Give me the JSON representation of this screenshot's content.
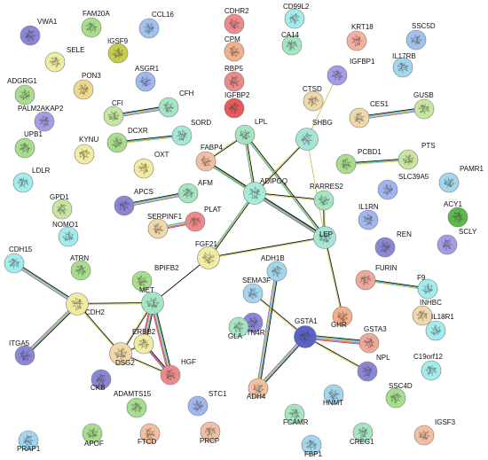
{
  "nodes": [
    {
      "id": "VWA1",
      "label": "VWA1",
      "color": "#8a86d6"
    },
    {
      "id": "FAM20A",
      "label": "FAM20A",
      "color": "#a8dd8c"
    },
    {
      "id": "CCL16",
      "label": "CCL16",
      "color": "#9fc3ee"
    },
    {
      "id": "CDHR2",
      "label": "CDHR2",
      "color": "#ef8a8a"
    },
    {
      "id": "CD99L2",
      "label": "CD99L2",
      "color": "#a3ecec"
    },
    {
      "id": "SELE",
      "label": "SELE",
      "color": "#f0eca0"
    },
    {
      "id": "IGSF9",
      "label": "IGSF9",
      "color": "#c8cc4a"
    },
    {
      "id": "CPM",
      "label": "CPM",
      "color": "#f2b08a"
    },
    {
      "id": "CA14",
      "label": "CA14",
      "color": "#a5e6c2"
    },
    {
      "id": "KRT18",
      "label": "KRT18",
      "color": "#f6b0a0"
    },
    {
      "id": "SSC5D",
      "label": "SSC5D",
      "color": "#9fc3ee"
    },
    {
      "id": "RBP5",
      "label": "RBP5",
      "color": "#ec8a8a"
    },
    {
      "id": "IL17RB",
      "label": "IL17RB",
      "color": "#a3d6ec"
    },
    {
      "id": "PON3",
      "label": "PON3",
      "color": "#f0d88a"
    },
    {
      "id": "ASGR1",
      "label": "ASGR1",
      "color": "#9fb6ee"
    },
    {
      "id": "IGFBP2",
      "label": "IGFBP2",
      "color": "#e85a5a"
    },
    {
      "id": "IGFBP1",
      "label": "IGFBP1",
      "color": "#a39ce6"
    },
    {
      "id": "ADGRG1",
      "label": "ADGRG1",
      "color": "#a8dd8c"
    },
    {
      "id": "CFH",
      "label": "CFH",
      "color": "#a5e6c2"
    },
    {
      "id": "CTSD",
      "label": "CTSD",
      "color": "#f0d8a8"
    },
    {
      "id": "PALM2AKAP2",
      "label": "PALM2AKAP2",
      "color": "#a39ce6"
    },
    {
      "id": "CFI",
      "label": "CFI",
      "color": "#c8e6a0"
    },
    {
      "id": "CES1",
      "label": "CES1",
      "color": "#f0d8a8"
    },
    {
      "id": "GUSB",
      "label": "GUSB",
      "color": "#c8e6a0"
    },
    {
      "id": "SORD",
      "label": "SORD",
      "color": "#a5e6d6"
    },
    {
      "id": "LPL",
      "label": "LPL",
      "color": "#a5e6c2"
    },
    {
      "id": "SHBG",
      "label": "SHBG",
      "color": "#a5e6d6"
    },
    {
      "id": "UPB1",
      "label": "UPB1",
      "color": "#a8dd8c"
    },
    {
      "id": "DCXR",
      "label": "DCXR",
      "color": "#a8dd8c"
    },
    {
      "id": "FABP4",
      "label": "FABP4",
      "color": "#f2c0a0"
    },
    {
      "id": "KYNU",
      "label": "KYNU",
      "color": "#f0eca0"
    },
    {
      "id": "OXT",
      "label": "OXT",
      "color": "#f0eca0"
    },
    {
      "id": "PTS",
      "label": "PTS",
      "color": "#c8e6a0"
    },
    {
      "id": "PCBD1",
      "label": "PCBD1",
      "color": "#a8dd8c"
    },
    {
      "id": "LDLR",
      "label": "LDLR",
      "color": "#a3ecec"
    },
    {
      "id": "ADIPOQ",
      "label": "ADIPOQ",
      "color": "#a5ecd6"
    },
    {
      "id": "PAMR1",
      "label": "PAMR1",
      "color": "#a3d6ec"
    },
    {
      "id": "GPD1",
      "label": "GPD1",
      "color": "#c8e6a0"
    },
    {
      "id": "AFM",
      "label": "AFM",
      "color": "#a5e6c2"
    },
    {
      "id": "SLC39A5",
      "label": "SLC39A5",
      "color": "#9fb6ee"
    },
    {
      "id": "RARRES2",
      "label": "RARRES2",
      "color": "#a5e6c2"
    },
    {
      "id": "APCS",
      "label": "APCS",
      "color": "#8a86d6"
    },
    {
      "id": "ACY1",
      "label": "ACY1",
      "color": "#5cb84a"
    },
    {
      "id": "NOMO1",
      "label": "NOMO1",
      "color": "#a3ecec"
    },
    {
      "id": "SERPINF1",
      "label": "SERPINF1",
      "color": "#f0d8a8"
    },
    {
      "id": "PLAT",
      "label": "PLAT",
      "color": "#ec8a8a"
    },
    {
      "id": "IL1RN",
      "label": "IL1RN",
      "color": "#9fb6ee"
    },
    {
      "id": "LEP",
      "label": "LEP",
      "color": "#a5e6d6"
    },
    {
      "id": "SCLY",
      "label": "SCLY",
      "color": "#a39ce6"
    },
    {
      "id": "CDH15",
      "label": "CDH15",
      "color": "#a3ecec"
    },
    {
      "id": "REN",
      "label": "REN",
      "color": "#8a86d6"
    },
    {
      "id": "FGF21",
      "label": "FGF21",
      "color": "#f0eca0"
    },
    {
      "id": "ADH1B",
      "label": "ADH1B",
      "color": "#a3d6ec"
    },
    {
      "id": "ATRN",
      "label": "ATRN",
      "color": "#a8dd8c"
    },
    {
      "id": "F9",
      "label": "F9",
      "color": "#a3ecec"
    },
    {
      "id": "BPIFB2",
      "label": "BPIFB2",
      "color": "#a8dd8c"
    },
    {
      "id": "FURIN",
      "label": "FURIN",
      "color": "#f0a89a"
    },
    {
      "id": "CDH2",
      "label": "CDH2",
      "color": "#f0eca0"
    },
    {
      "id": "MET",
      "label": "MET",
      "color": "#a5e6c2"
    },
    {
      "id": "SEMA3F",
      "label": "SEMA3F",
      "color": "#a3d6ec"
    },
    {
      "id": "INHBC",
      "label": "INHBC",
      "color": "#f0d8a8"
    },
    {
      "id": "RTN4R",
      "label": "RTN4R",
      "color": "#8a86d6"
    },
    {
      "id": "GHR",
      "label": "GHR",
      "color": "#f2b08a"
    },
    {
      "id": "GLA",
      "label": "GLA",
      "color": "#a5e6c2"
    },
    {
      "id": "ERBB2",
      "label": "ERBB2",
      "color": "#f0eca0"
    },
    {
      "id": "IL18R1",
      "label": "IL18R1",
      "color": "#a3ecec"
    },
    {
      "id": "ITGA5",
      "label": "ITGA5",
      "color": "#8a86d6"
    },
    {
      "id": "GSTA1",
      "label": "GSTA1",
      "color": "#5a62c8"
    },
    {
      "id": "GSTA3",
      "label": "GSTA3",
      "color": "#f0a89a"
    },
    {
      "id": "DSG2",
      "label": "DSG2",
      "color": "#f0d8a8"
    },
    {
      "id": "HGF",
      "label": "HGF",
      "color": "#ec8a8a"
    },
    {
      "id": "C19orf12",
      "label": "C19orf12",
      "color": "#a3ecec"
    },
    {
      "id": "NPL",
      "label": "NPL",
      "color": "#8a86d6"
    },
    {
      "id": "ADH4",
      "label": "ADH4",
      "color": "#f2c0a0"
    },
    {
      "id": "CKB",
      "label": "CKB",
      "color": "#8a86d6"
    },
    {
      "id": "ADAMTS15",
      "label": "ADAMTS15",
      "color": "#a8dd8c"
    },
    {
      "id": "STC1",
      "label": "STC1",
      "color": "#9fb6ee"
    },
    {
      "id": "HNMT",
      "label": "HNMT",
      "color": "#a3d6ec"
    },
    {
      "id": "SSC4D",
      "label": "SSC4D",
      "color": "#a8dd8c"
    },
    {
      "id": "FCAMR",
      "label": "FCAMR",
      "color": "#a5e6c2"
    },
    {
      "id": "APOF",
      "label": "APOF",
      "color": "#a8dd8c"
    },
    {
      "id": "FTCD",
      "label": "FTCD",
      "color": "#f2c0a0"
    },
    {
      "id": "PRCP",
      "label": "PRCP",
      "color": "#f2c0a0"
    },
    {
      "id": "CREG1",
      "label": "CREG1",
      "color": "#a5e6c2"
    },
    {
      "id": "IGSF3",
      "label": "IGSF3",
      "color": "#f2c0a0"
    },
    {
      "id": "PRAP1",
      "label": "PRAP1",
      "color": "#a3d6ec"
    },
    {
      "id": "FBP1",
      "label": "FBP1",
      "color": "#a3d6ec"
    }
  ],
  "edges": [
    {
      "a": "CFI",
      "b": "CFH",
      "colors": [
        "#111111",
        "#3bb0b0",
        "#c8c84a",
        "#8a5ac8"
      ]
    },
    {
      "a": "DCXR",
      "b": "SORD",
      "colors": [
        "#111111",
        "#3bb0b0",
        "#c8c84a"
      ]
    },
    {
      "a": "CES1",
      "b": "GUSB",
      "colors": [
        "#111111",
        "#3bb0b0",
        "#c8c84a",
        "#8a5ac8"
      ]
    },
    {
      "a": "PCBD1",
      "b": "PTS",
      "colors": [
        "#111111",
        "#3bb0b0",
        "#c8c84a"
      ]
    },
    {
      "a": "APCS",
      "b": "AFM",
      "colors": [
        "#111111",
        "#3bb0b0",
        "#c8c84a",
        "#8a5ac8"
      ]
    },
    {
      "a": "SERPINF1",
      "b": "PLAT",
      "colors": [
        "#3bb0b0",
        "#c8c84a",
        "#8a5ac8",
        "#e83a3a"
      ]
    },
    {
      "a": "LPL",
      "b": "ADIPOQ",
      "colors": [
        "#111111",
        "#c8c84a",
        "#3bb0b0"
      ]
    },
    {
      "a": "LPL",
      "b": "LEP",
      "colors": [
        "#111111",
        "#c8c84a",
        "#3bb0b0"
      ]
    },
    {
      "a": "LPL",
      "b": "FABP4",
      "colors": [
        "#111111",
        "#c8c84a"
      ]
    },
    {
      "a": "FABP4",
      "b": "ADIPOQ",
      "colors": [
        "#111111",
        "#c8c84a",
        "#3bb0b0"
      ]
    },
    {
      "a": "FABP4",
      "b": "LEP",
      "colors": [
        "#111111",
        "#c8c84a",
        "#3bb0b0"
      ]
    },
    {
      "a": "SHBG",
      "b": "ADIPOQ",
      "colors": [
        "#111111",
        "#c8c84a"
      ]
    },
    {
      "a": "SHBG",
      "b": "LEP",
      "colors": [
        "#c8c84a"
      ]
    },
    {
      "a": "IGFBP1",
      "b": "SHBG",
      "colors": [
        "#c8c84a"
      ]
    },
    {
      "a": "ADIPOQ",
      "b": "LEP",
      "colors": [
        "#111111",
        "#3bb0b0",
        "#c8c84a",
        "#8a5ac8"
      ]
    },
    {
      "a": "ADIPOQ",
      "b": "RARRES2",
      "colors": [
        "#111111",
        "#c8c84a"
      ]
    },
    {
      "a": "LEP",
      "b": "RARRES2",
      "colors": [
        "#111111",
        "#c8c84a"
      ]
    },
    {
      "a": "ADIPOQ",
      "b": "FGF21",
      "colors": [
        "#111111",
        "#c8c84a",
        "#3bb0b0"
      ]
    },
    {
      "a": "LEP",
      "b": "FGF21",
      "colors": [
        "#c8c84a",
        "#111111"
      ]
    },
    {
      "a": "LEP",
      "b": "GHR",
      "colors": [
        "#111111",
        "#c8c84a"
      ]
    },
    {
      "a": "FGF21",
      "b": "MET",
      "colors": [
        "#111111"
      ]
    },
    {
      "a": "CDH15",
      "b": "CDH2",
      "colors": [
        "#111111",
        "#3bb0b0",
        "#c8c84a",
        "#8a5ac8"
      ]
    },
    {
      "a": "CDH2",
      "b": "ITGA5",
      "colors": [
        "#111111",
        "#3bb0b0",
        "#c8c84a",
        "#8a5ac8"
      ]
    },
    {
      "a": "CDH2",
      "b": "MET",
      "colors": [
        "#111111",
        "#c8c84a"
      ]
    },
    {
      "a": "CDH2",
      "b": "DSG2",
      "colors": [
        "#111111",
        "#c8c84a"
      ]
    },
    {
      "a": "MET",
      "b": "ERBB2",
      "colors": [
        "#111111",
        "#3bb0b0",
        "#c8c84a",
        "#8a5ac8",
        "#e83a3a"
      ]
    },
    {
      "a": "MET",
      "b": "HGF",
      "colors": [
        "#111111",
        "#3bb0b0",
        "#c8c84a",
        "#8a5ac8",
        "#e83a3a"
      ]
    },
    {
      "a": "MET",
      "b": "DSG2",
      "colors": [
        "#111111",
        "#c8c84a"
      ]
    },
    {
      "a": "ERBB2",
      "b": "HGF",
      "colors": [
        "#111111",
        "#8a5ac8",
        "#e83a3a"
      ]
    },
    {
      "a": "DSG2",
      "b": "HGF",
      "colors": [
        "#111111",
        "#c8c84a"
      ]
    },
    {
      "a": "ERBB2",
      "b": "DSG2",
      "colors": [
        "#111111",
        "#c8c84a"
      ]
    },
    {
      "a": "SEMA3F",
      "b": "GSTA1",
      "colors": [
        "#111111",
        "#c8c84a"
      ]
    },
    {
      "a": "ADH1B",
      "b": "ADH4",
      "colors": [
        "#111111",
        "#3bb0b0",
        "#c8c84a",
        "#8a5ac8"
      ]
    },
    {
      "a": "GSTA1",
      "b": "GSTA3",
      "colors": [
        "#111111",
        "#3bb0b0",
        "#c8c84a",
        "#8a5ac8",
        "#e83a3a"
      ]
    },
    {
      "a": "GSTA1",
      "b": "ADH4",
      "colors": [
        "#111111",
        "#3bb0b0",
        "#c8c84a",
        "#8a5ac8"
      ]
    },
    {
      "a": "GSTA1",
      "b": "NPL",
      "colors": [
        "#111111",
        "#c8c84a"
      ]
    },
    {
      "a": "FURIN",
      "b": "F9",
      "colors": [
        "#111111",
        "#3bb0b0",
        "#c8c84a"
      ]
    }
  ]
}
